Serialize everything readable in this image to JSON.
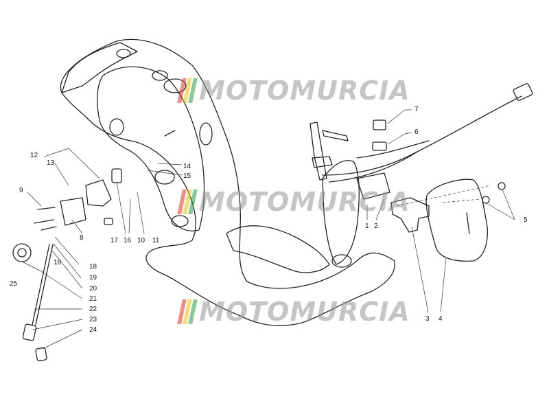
{
  "watermark": {
    "text": "MOTOMURCIA",
    "flag_colors": [
      "#d9342b",
      "#e6c21d",
      "#2e9a45"
    ]
  },
  "callouts": [
    "1",
    "2",
    "3",
    "4",
    "5",
    "6",
    "7",
    "8",
    "9",
    "10",
    "11",
    "12",
    "13",
    "14",
    "15",
    "16",
    "17",
    "18",
    "18",
    "19",
    "20",
    "21",
    "22",
    "23",
    "24",
    "25"
  ],
  "colors": {
    "line": "#222222",
    "watermark": "#969696"
  }
}
